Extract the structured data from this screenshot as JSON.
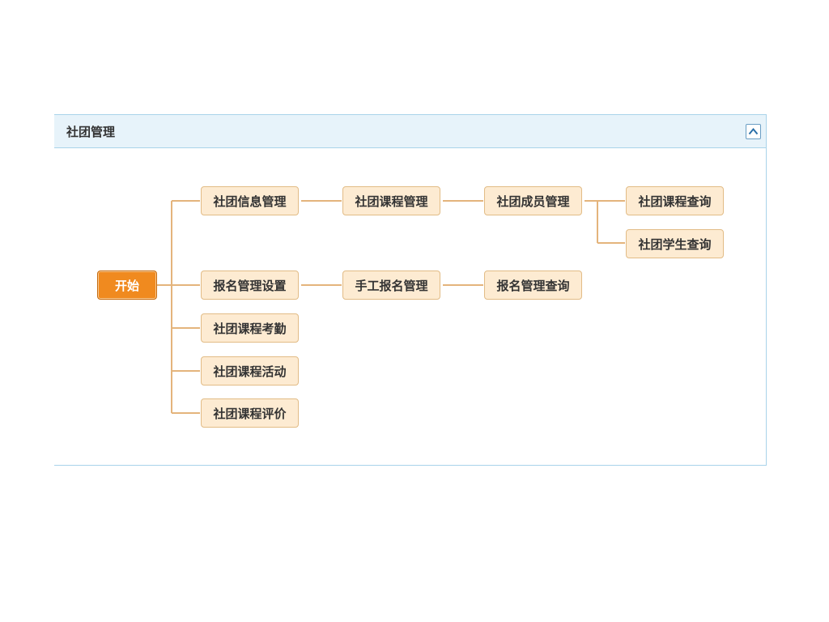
{
  "panel": {
    "title": "社团管理",
    "collapse_icon": "chevron-up-icon"
  },
  "flow": {
    "start": "开始",
    "n1": "社团信息管理",
    "n2": "社团课程管理",
    "n3": "社团成员管理",
    "n4": "社团课程查询",
    "n5": "社团学生查询",
    "n6": "报名管理设置",
    "n7": "手工报名管理",
    "n8": "报名管理查询",
    "n9": "社团课程考勤",
    "n10": "社团课程活动",
    "n11": "社团课程评价"
  },
  "colors": {
    "connector": "#e4b47c",
    "node_fill": "#fdebd2",
    "start_fill": "#f08a1f",
    "header_fill": "#e7f3fa"
  }
}
